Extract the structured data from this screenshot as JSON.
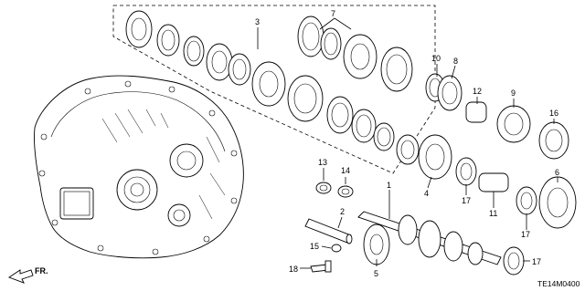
{
  "diagram": {
    "callouts": {
      "c1": "1",
      "c2": "2",
      "c3": "3",
      "c4": "4",
      "c5": "5",
      "c6": "6",
      "c7": "7",
      "c8": "8",
      "c9": "9",
      "c10": "10",
      "c11": "11",
      "c12": "12",
      "c13": "13",
      "c14": "14",
      "c15": "15",
      "c16": "16",
      "c17a": "17",
      "c17b": "17",
      "c17c": "17",
      "c18": "18"
    },
    "direction_label": "FR.",
    "diagram_code": "TE14M0400"
  }
}
